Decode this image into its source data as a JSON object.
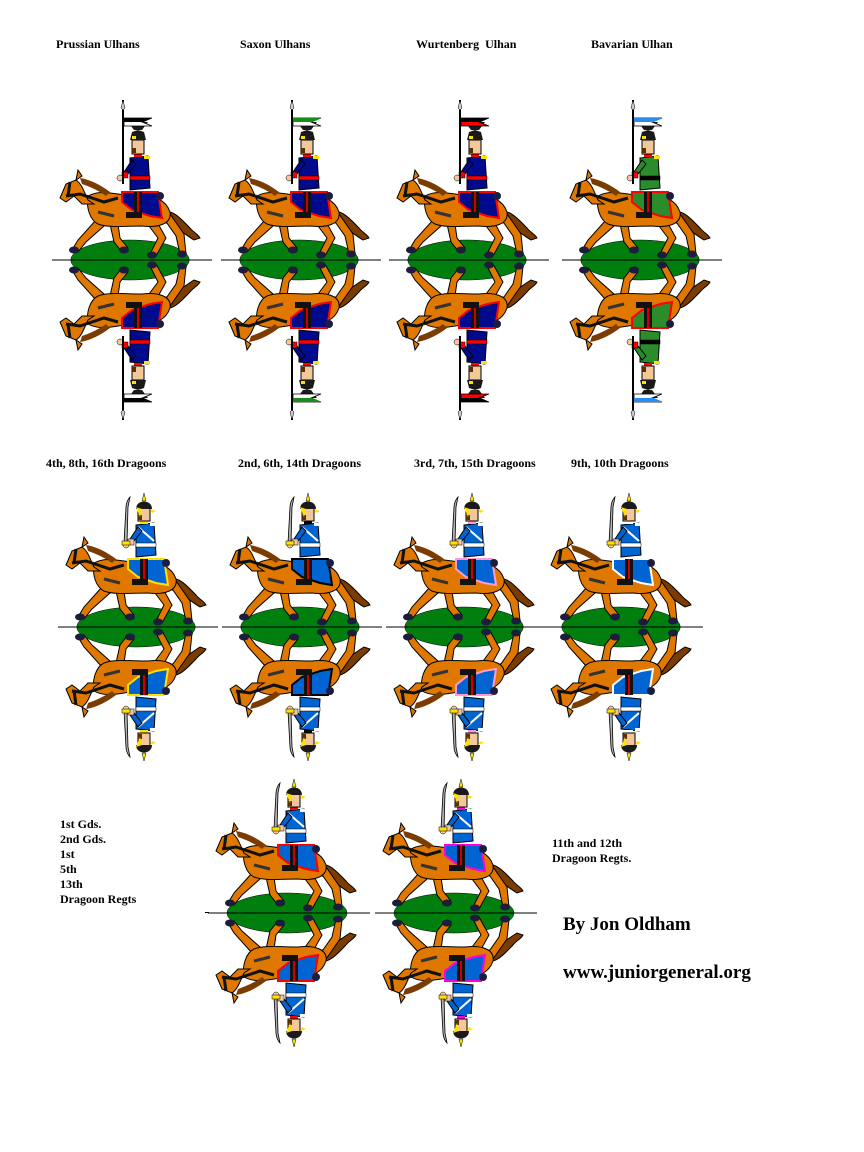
{
  "sheet": {
    "background": "#ffffff",
    "colors": {
      "horse": "#e07800",
      "horse_dark": "#7a3c00",
      "mane_tail": "#7a3c00",
      "hoof": "#1c1c3c",
      "base": "#007f0e",
      "flesh": "#f2c89a",
      "outline": "#000000",
      "helmet": "#1a1a1a",
      "helmet_gold": "#ffe000",
      "prussian_blue": "#000a8c",
      "dragoon_blue": "#0064d2",
      "bavarian_green": "#2a8c2a",
      "red_facing": "#ff0000",
      "pink_facing": "#ff9ad0",
      "magenta_facing": "#ff00d8",
      "yellow_facing": "#ffe000",
      "white": "#ffffff",
      "sabre": "#b0b0b0"
    }
  },
  "rows": [
    {
      "name": "ulhans",
      "figures": [
        {
          "label": "Prussian Ulhans",
          "type": "ulhan",
          "coat": "#000a8c",
          "facing": "#ff0000",
          "sash": "#ff0000",
          "pennon_top": "#000000",
          "pennon_bottom": "#ffffff"
        },
        {
          "label": "Saxon Ulhans",
          "type": "ulhan",
          "coat": "#000a8c",
          "facing": "#ff0000",
          "sash": "#ff0000",
          "pennon_top": "#1a8c1a",
          "pennon_bottom": "#ffffff"
        },
        {
          "label": "Wurtenberg  Ulhan",
          "type": "ulhan",
          "coat": "#000a8c",
          "facing": "#ff0000",
          "sash": "#ff0000",
          "pennon_top": "#000000",
          "pennon_bottom": "#ff0000"
        },
        {
          "label": "Bavarian Ulhan",
          "type": "ulhan",
          "coat": "#2a8c2a",
          "facing": "#ff0000",
          "sash": "#000000",
          "pennon_top": "#2a8cf0",
          "pennon_bottom": "#ffffff"
        }
      ]
    },
    {
      "name": "dragoons",
      "figures": [
        {
          "label": "4th, 8th, 16th Dragoons",
          "type": "dragoon",
          "coat": "#0064d2",
          "facing": "#ffe000"
        },
        {
          "label": "2nd, 6th, 14th Dragoons",
          "type": "dragoon",
          "coat": "#0064d2",
          "facing": "#000000"
        },
        {
          "label": "3rd, 7th, 15th Dragoons",
          "type": "dragoon",
          "coat": "#0064d2",
          "facing": "#ff9ad0"
        },
        {
          "label": "9th, 10th Dragoons",
          "type": "dragoon",
          "coat": "#0064d2",
          "facing": "#ffffff"
        }
      ]
    },
    {
      "name": "guard-dragoons",
      "figures": [
        {
          "type": "dragoon",
          "coat": "#0064d2",
          "facing": "#ff0000"
        },
        {
          "type": "dragoon",
          "coat": "#0064d2",
          "facing": "#ff00d8"
        }
      ],
      "left_label": "1st Gds.\n2nd Gds.\n1st\n5th\n13th\nDragoon Regts",
      "right_label": "11th and 12th\nDragoon Regts."
    }
  ],
  "credits": {
    "author": "By Jon Oldham",
    "website": "www.juniorgeneral.org"
  }
}
